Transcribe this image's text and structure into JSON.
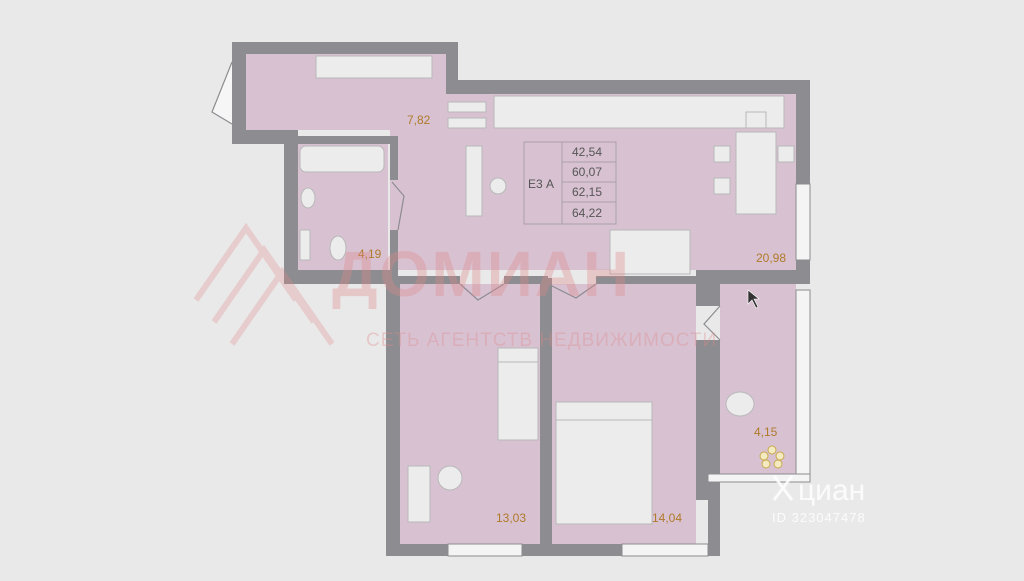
{
  "plan": {
    "unit_code": "Е3 А",
    "areas": [
      "42,54",
      "60,07",
      "62,15",
      "64,22"
    ],
    "rooms": [
      {
        "id": "hall",
        "area": "7,82"
      },
      {
        "id": "bathroom",
        "area": "4,19"
      },
      {
        "id": "kitchen-living",
        "area": "20,98"
      },
      {
        "id": "bedroom-1",
        "area": "13,03"
      },
      {
        "id": "bedroom-2",
        "area": "14,04"
      },
      {
        "id": "balcony",
        "area": "4,15"
      }
    ]
  },
  "watermark": {
    "brand": "ДОМИАН",
    "tagline": "СЕТЬ АГЕНТСТВ НЕДВИЖИМОСТИ"
  },
  "cian": {
    "name": "циан",
    "listing_id": "ID 323047478"
  },
  "colors": {
    "wall": "#8d8c90",
    "floor": "#d8c2d2",
    "background": "#e9e9ea",
    "furniture": "#ececec",
    "label": "#b07a2a",
    "watermark": "#e08a8a"
  }
}
